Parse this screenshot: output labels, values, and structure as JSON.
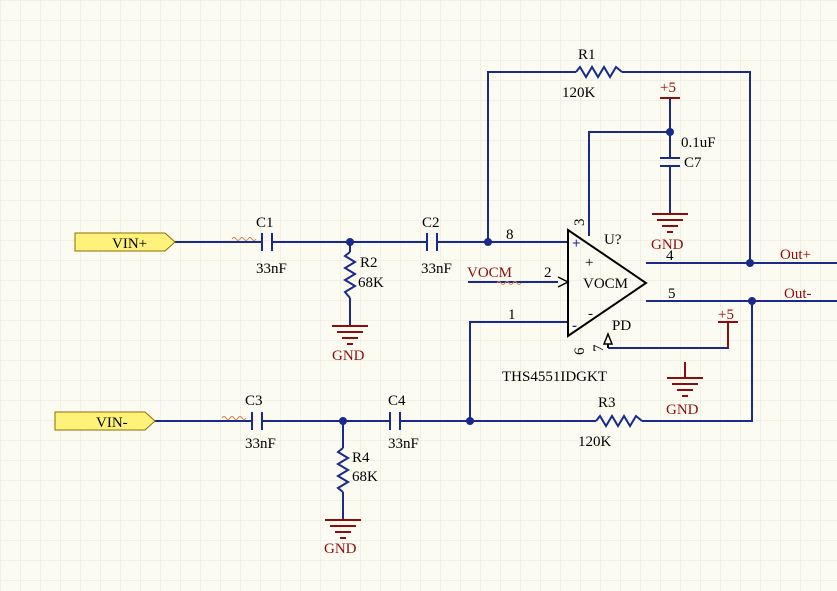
{
  "colors": {
    "background": "#FCFBF2",
    "grid": "#E6E6DC",
    "wire": "#1a2a8c",
    "power": "#8b0d0d",
    "port_fill": "#FFF27A"
  },
  "ports": {
    "vin_plus": "VIN+",
    "vin_minus": "VIN-"
  },
  "nets": {
    "out_plus": "Out+",
    "out_minus": "Out-",
    "vocm": "VOCM"
  },
  "components": {
    "c1": {
      "designator": "C1",
      "value": "33nF"
    },
    "c2": {
      "designator": "C2",
      "value": "33nF"
    },
    "c3": {
      "designator": "C3",
      "value": "33nF"
    },
    "c4": {
      "designator": "C4",
      "value": "33nF"
    },
    "c7": {
      "designator": "C7",
      "value": "0.1uF"
    },
    "r1": {
      "designator": "R1",
      "value": "120K"
    },
    "r2": {
      "designator": "R2",
      "value": "68K"
    },
    "r3": {
      "designator": "R3",
      "value": "120K"
    },
    "r4": {
      "designator": "R4",
      "value": "68K"
    },
    "u": {
      "designator": "U?",
      "part": "THS4551IDGKT",
      "vocm_label": "VOCM",
      "pd_label": "PD",
      "plus_sign": "+",
      "minus_sign": "-",
      "in_plus": "+",
      "in_minus": "-",
      "pins": {
        "p1": "1",
        "p2": "2",
        "p3": "3",
        "p4": "4",
        "p5": "5",
        "p6": "6",
        "p7": "7",
        "p8": "8"
      }
    }
  },
  "power": {
    "gnd": "GND",
    "vcc": "+5"
  }
}
